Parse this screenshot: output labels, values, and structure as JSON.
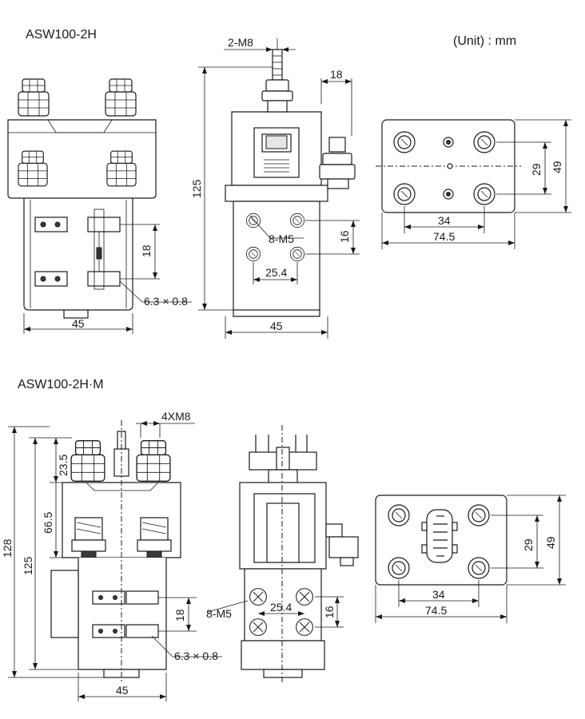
{
  "unit_label": "(Unit) : mm",
  "model1": {
    "title": "ASW100-2H",
    "front": {
      "width": "45",
      "pitch": "18",
      "tab": "6.3 × 0.8"
    },
    "side": {
      "top_thread": "2-M8",
      "offset": "18",
      "height": "125",
      "holes": "8-M5",
      "hole_v": "16",
      "hole_h": "25.4",
      "width": "45"
    },
    "top": {
      "inner_v": "29",
      "outer_v": "49",
      "inner_h": "34",
      "outer_h": "74.5"
    }
  },
  "model2": {
    "title": "ASW100-2H·M",
    "front": {
      "thread": "4XM8",
      "top_h": "23.5",
      "mid_h": "66.5",
      "height": "125",
      "total_h": "128",
      "pitch": "18",
      "tab": "6.3 × 0.8",
      "width": "45"
    },
    "side": {
      "holes": "8-M5",
      "hole_h": "25.4",
      "hole_v": "16"
    },
    "top": {
      "inner_v": "29",
      "outer_v": "49",
      "inner_h": "34",
      "outer_h": "74.5"
    }
  }
}
